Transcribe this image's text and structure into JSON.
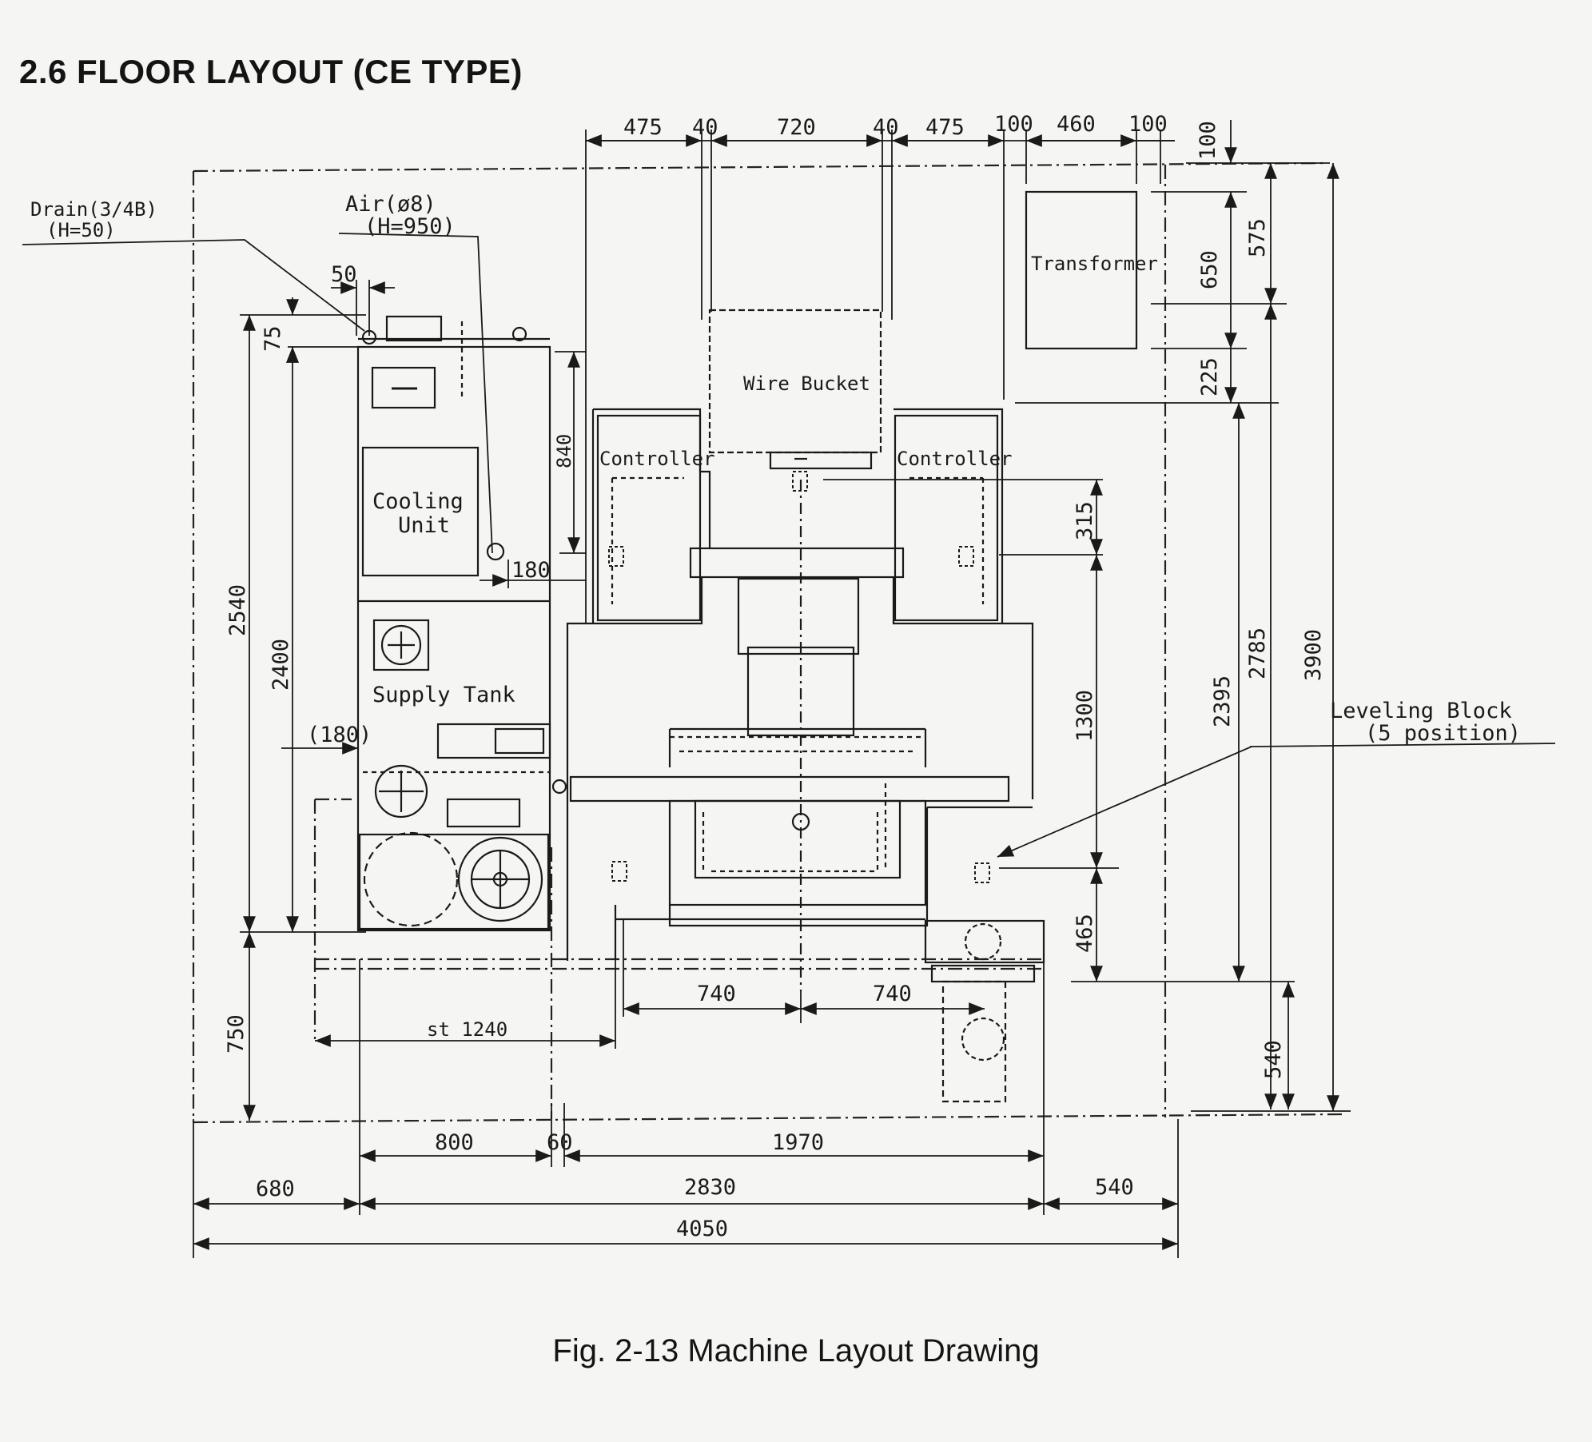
{
  "header": {
    "title": "2.6  FLOOR  LAYOUT (CE TYPE)"
  },
  "caption": "Fig. 2-13 Machine Layout Drawing",
  "labels": {
    "drain": "Drain(3/4B)",
    "drain_h": "(H=50)",
    "air": "Air(ø8)",
    "air_h": "(H=950)",
    "cooling_unit_1": "Cooling",
    "cooling_unit_2": "Unit",
    "supply_tank": "Supply Tank",
    "wire_bucket": "Wire Bucket",
    "controller_left": "Controller",
    "controller_right": "Controller",
    "transformer": "Transformer",
    "leveling_block_1": "Leveling Block",
    "leveling_block_2": "(5 position)"
  },
  "dimensions": {
    "top": [
      "475",
      "40",
      "720",
      "40",
      "475",
      "100",
      "460",
      "100"
    ],
    "right_top": [
      "100",
      "650",
      "575",
      "225"
    ],
    "right_vertical": [
      "315",
      "1300",
      "465",
      "2395",
      "2785",
      "3900",
      "540"
    ],
    "left_vertical": [
      "75",
      "2540",
      "2400",
      "750"
    ],
    "d50": "50",
    "d840": "840",
    "d180": "180",
    "d180_paren": "(180)",
    "st1240": "st 1240",
    "d740_left": "740",
    "d740_right": "740",
    "bottom_row1": [
      "800",
      "60",
      "1970"
    ],
    "bottom_row2": [
      "680",
      "2830",
      "540"
    ],
    "total": "4050"
  }
}
